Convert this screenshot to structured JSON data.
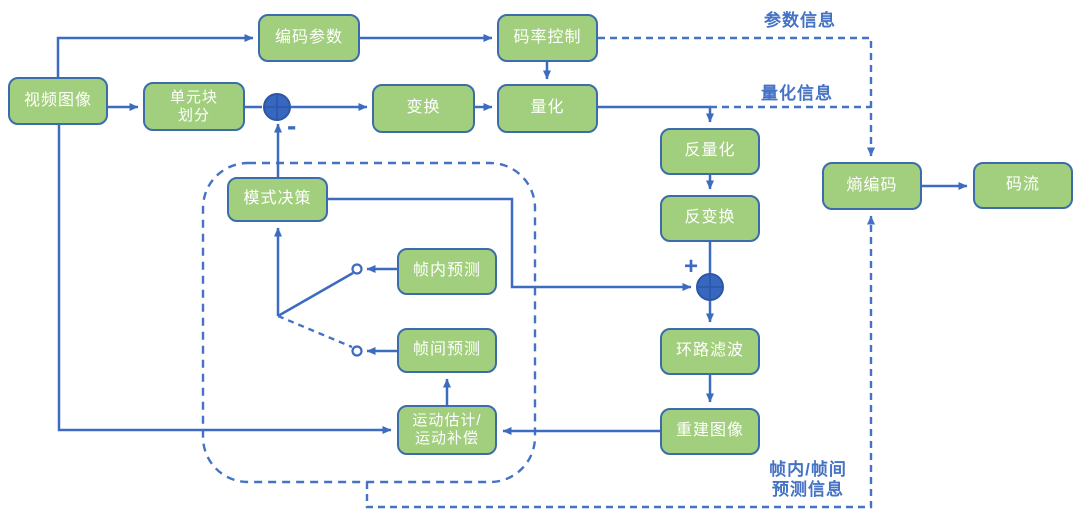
{
  "diagram": {
    "nodes": {
      "video_image": {
        "label": "视频图像"
      },
      "coding_params": {
        "label": "编码参数"
      },
      "rate_control": {
        "label": "码率控制"
      },
      "unit_partition": {
        "label": "单元块\n划分"
      },
      "transform": {
        "label": "变换"
      },
      "quantization": {
        "label": "量化"
      },
      "dequantization": {
        "label": "反量化"
      },
      "inverse_transform": {
        "label": "反变换"
      },
      "loop_filter": {
        "label": "环路滤波"
      },
      "reconstructed": {
        "label": "重建图像"
      },
      "entropy_coding": {
        "label": "熵编码"
      },
      "bitstream": {
        "label": "码流"
      },
      "mode_decision": {
        "label": "模式决策"
      },
      "intra_prediction": {
        "label": "帧内预测"
      },
      "inter_prediction": {
        "label": "帧间预测"
      },
      "motion": {
        "label": "运动估计/\n运动补偿"
      }
    },
    "annotations": {
      "param_info": "参数信息",
      "quant_info": "量化信息",
      "pred_info": "帧内/帧间\n预测信息",
      "plus_sign": "+",
      "minus_sign": "-"
    },
    "colors": {
      "node_fill": "#a2cf7d",
      "node_border": "#3d6cab",
      "node_text": "#ffffff",
      "solid_line": "#3c6bbf",
      "dashed_line": "#4472c4",
      "label_text": "#4472c4",
      "junction_fill": "#3767be",
      "background": "#ffffff"
    }
  }
}
